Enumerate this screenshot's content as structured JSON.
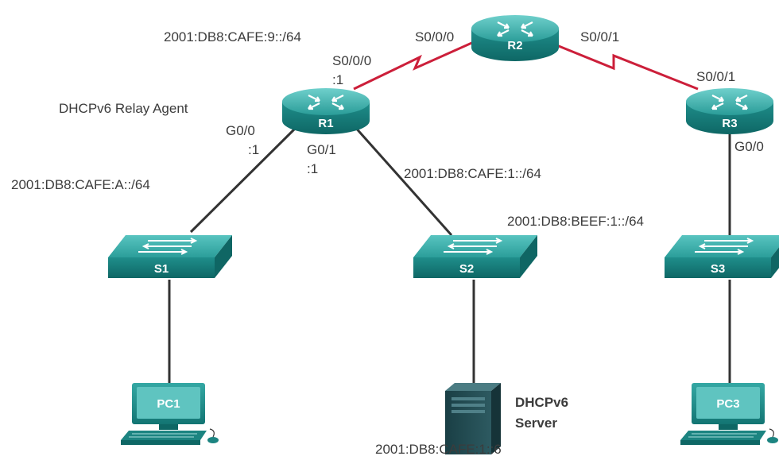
{
  "devices": {
    "r1": "R1",
    "r2": "R2",
    "r3": "R3",
    "s1": "S1",
    "s2": "S2",
    "s3": "S3",
    "pc1": "PC1",
    "pc3": "PC3"
  },
  "labels": {
    "net_r1_r2": "2001:DB8:CAFE:9::/64",
    "r2_s000": "S0/0/0",
    "r2_s001": "S0/0/1",
    "r1_s000": "S0/0/0",
    "r1_s000_host": ":1",
    "r3_s001": "S0/0/1",
    "relay_agent": "DHCPv6 Relay Agent",
    "r1_g00": "G0/0",
    "r1_g00_host": ":1",
    "r1_g01": "G0/1",
    "r1_g01_host": ":1",
    "r3_g00": "G0/0",
    "net_r1_s1": "2001:DB8:CAFE:A::/64",
    "net_r1_s2": "2001:DB8:CAFE:1::/64",
    "net_r3_s3": "2001:DB8:BEEF:1::/64",
    "server_line1": "DHCPv6",
    "server_line2": "Server",
    "server_addr": "2001:DB8:CAFE:1::6"
  }
}
